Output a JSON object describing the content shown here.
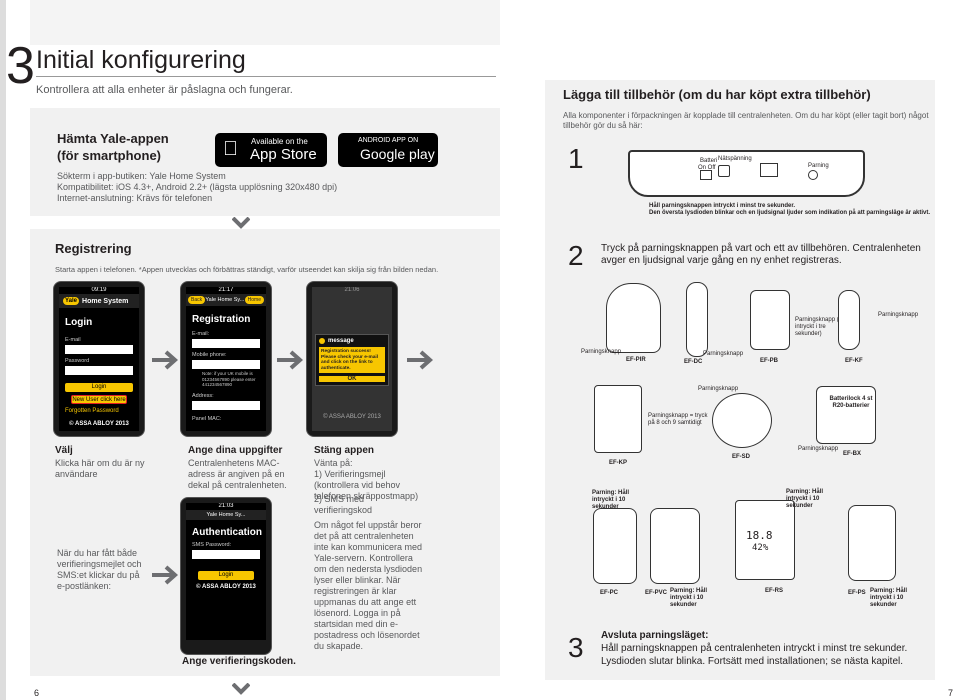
{
  "left": {
    "section_number": "3",
    "section_title": "Initial konfigurering",
    "section_subtitle": "Kontrollera att alla enheter är påslagna och fungerar.",
    "app": {
      "title_line1": "Hämta Yale-appen",
      "title_line2": "(för smartphone)",
      "appstore_small": "Available on the",
      "appstore_big": "App Store",
      "googleplay_small": "ANDROID APP ON",
      "googleplay_big": "Google play",
      "info1": "Sökterm i app-butiken: Yale Home System",
      "info2": "Kompatibilitet: iOS 4.3+, Android 2.2+ (lägsta upplösning 320x480 dpi)",
      "info3": "Internet-anslutning: Krävs för telefonen"
    },
    "registration": {
      "title": "Registrering",
      "intro": "Starta appen i telefonen. *Appen utvecklas och förbättras ständigt, varför utseendet kan skilja sig från bilden nedan.",
      "phone1": {
        "status_time": "09:19",
        "header": "Home System",
        "login_title": "Login",
        "email_label": "E-mail",
        "password_label": "Password",
        "login_btn": "Login",
        "new_user_btn": "New User click here",
        "forgotten": "Forgotten Password",
        "footer": "© ASSA ABLOY 2013"
      },
      "phone2": {
        "status_time": "21:17",
        "back": "Back",
        "header": "Yale Home Sy...",
        "home": "Home",
        "title": "Registration",
        "email": "E-mail:",
        "mobile": "Mobile phone:",
        "note": "Note: if your UK mobile is 01234567890 please enter 441234567890",
        "address": "Address:",
        "panel_mac": "Panel MAC:"
      },
      "phone3": {
        "status_time": "21:06",
        "dialog_title": "message",
        "dialog_text": "Registration success! Please check your e-mail and click on the link to authenticate.",
        "ok": "OK",
        "footer": "© ASSA ABLOY 2013"
      },
      "phone4": {
        "status_time": "21:03",
        "header": "Yale Home Sy...",
        "title": "Authentication",
        "sms_label": "SMS Password:",
        "login_btn": "Login",
        "footer": "© ASSA ABLOY 2013"
      },
      "step_choose_title": "Välj",
      "step_choose_text": "Klicka här om du är ny användare",
      "step_data_title": "Ange dina uppgifter",
      "step_data_text": "Centralenhetens MAC-adress är angiven på en dekal på centralenheten.",
      "step_close_title": "Stäng appen",
      "step_close_text1": "Vänta på:",
      "step_close_text2": "1) Verifieringsmejl (kontrollera vid behov telefonen skräppostmapp)",
      "step_close_text3": "2) SMS med verifieringskod",
      "email_received": "När du har fått både verifieringsmejlet och SMS:et klickar du på e-postlänken:",
      "error_text": "Om något fel uppstår beror det på att centralenheten inte kan kommunicera med Yale-servern. Kontrollera om den nedersta lysdioden lyser eller blinkar. När registreringen är klar uppmanas du att ange ett lösenord. Logga in på startsidan med din e-postadress och lösenordet du skapade.",
      "verification_code": "Ange verifieringskoden."
    },
    "page_number": "6"
  },
  "right": {
    "title": "Lägga till tillbehör (om du har köpt extra tillbehör)",
    "intro": "Alla komponenter i förpackningen är kopplade till centralenheten. Om du har köpt (eller tagit bort) något tillbehör gör du så här:",
    "step1": {
      "number": "1",
      "label_battery": "Batteri",
      "label_onoff": "On  Off",
      "label_power": "Nätspänning",
      "label_pair": "Parning",
      "caption1": "Håll parningsknappen intryckt i minst tre sekunder.",
      "caption2": "Den översta lysdioden blinkar och en ljudsignal ljuder som indikation på att parningsläge är aktivt."
    },
    "step2": {
      "number": "2",
      "text": "Tryck på parningsknappen på vart och ett av tillbehören. Centralenheten avger en ljudsignal varje gång en ny enhet registreras."
    },
    "devices": {
      "pair_btn": "Parningsknapp",
      "pir": "EF-PIR",
      "dc": "EF-DC",
      "pb": "EF-PB",
      "pb_note": "Parningsknapp (håll intryckt i tre sekunder)",
      "kf": "EF-KF",
      "kp": "EF-KP",
      "kp_note": "Parningsknapp = tryck på 8 och 9 samtidigt",
      "sd": "EF-SD",
      "bx": "EF-BX",
      "bx_note": "Batterilock 4 st R20-batterier",
      "pair_hold10": "Parning: Håll intryckt i 10 sekunder",
      "pc": "EF-PC",
      "pvc": "EF-PVC",
      "rs": "EF-RS",
      "ps": "EF-PS",
      "rs_display1": "18.8",
      "rs_display2": "42%"
    },
    "step3": {
      "number": "3",
      "title": "Avsluta parningsläget:",
      "text1": "Håll parningsknappen på centralenheten intryckt i minst tre sekunder.",
      "text2": "Lysdioden slutar blinka. Fortsätt med installationen; se nästa kapitel."
    },
    "page_number": "7"
  },
  "colors": {
    "panel": "#f1f1f1",
    "yellow": "#f7c600",
    "arrow": "#6d6e71",
    "text": "#231f20"
  }
}
